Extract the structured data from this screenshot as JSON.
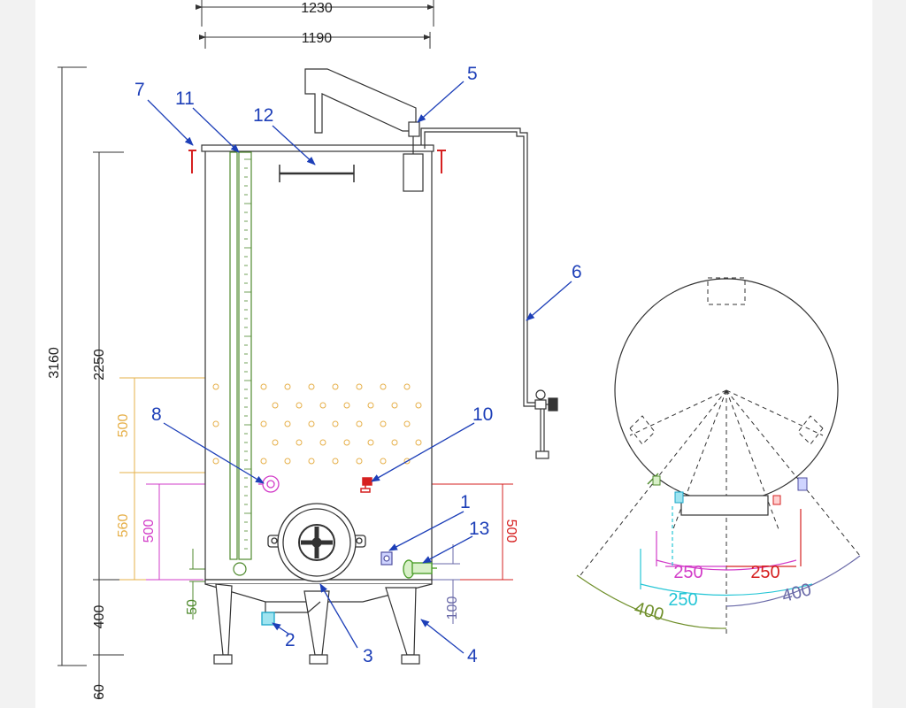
{
  "dimensions": {
    "width_outer": "1230",
    "width_inner": "1190",
    "height_total": "3160",
    "height_body": "2250",
    "height_legs": "400",
    "height_feet": "60",
    "jacket_height": "500",
    "jacket_offset": "560",
    "valve_spacing": "500",
    "valve_spacing_right": "500",
    "drain_offset": "50",
    "outlet_offset": "100"
  },
  "plan_dimensions": {
    "arc_magenta": "250",
    "arc_red": "250",
    "arc_cyan": "250",
    "arc_green": "400",
    "arc_purple": "400"
  },
  "callouts": {
    "c1": "1",
    "c2": "2",
    "c3": "3",
    "c4": "4",
    "c5": "5",
    "c6": "6",
    "c7": "7",
    "c8": "8",
    "c10": "10",
    "c11": "11",
    "c12": "12",
    "c13": "13"
  },
  "colors": {
    "paper": "#ffffff",
    "background": "#f2f2f2",
    "outline": "#333333",
    "callout_blue": "#1d3fb8",
    "jacket_orange": "#e6b04a",
    "level_green": "#4f8a2e",
    "magenta": "#d23cc8",
    "red": "#d62020",
    "cyan": "#26c6d6",
    "olive": "#6f8f2a",
    "purple": "#6a6aa8"
  },
  "icons": {
    "manway": "manway-hatch-icon",
    "valve": "valve-icon",
    "thermometer": "thermometer-icon"
  }
}
